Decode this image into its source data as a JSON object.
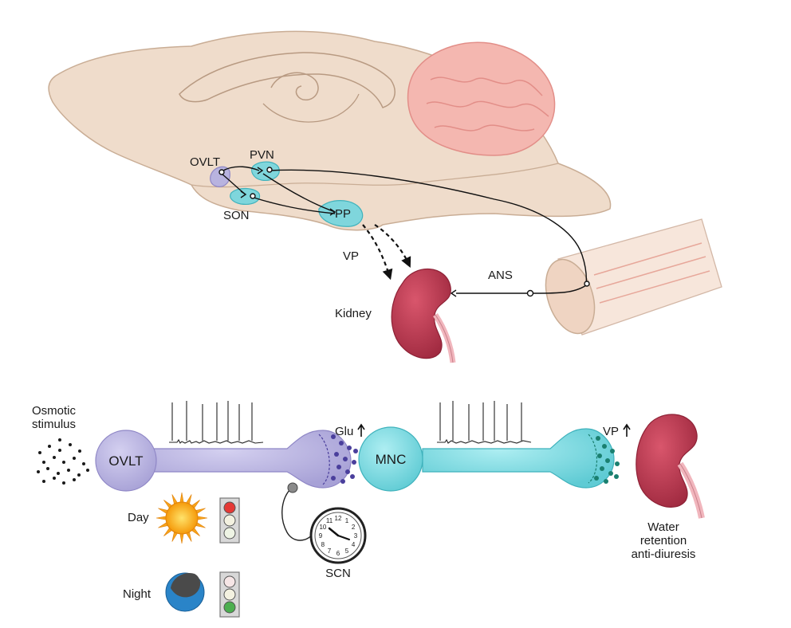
{
  "labels": {
    "ovlt_top": "OVLT",
    "pvn": "PVN",
    "son": "SON",
    "pp": "PP",
    "vp_arrow": "VP",
    "ans": "ANS",
    "kidney_top": "Kidney",
    "osmotic_line1": "Osmotic",
    "osmotic_line2": "stimulus",
    "ovlt_cell": "OVLT",
    "glu": "Glu",
    "mnc_cell": "MNC",
    "vp_release": "VP",
    "day": "Day",
    "night": "Night",
    "scn": "SCN",
    "water_line1": "Water",
    "water_line2": "retention",
    "water_line3": "anti-diuresis"
  },
  "clock_numbers": [
    "12",
    "1",
    "2",
    "3",
    "4",
    "5",
    "6",
    "7",
    "8",
    "9",
    "10",
    "11"
  ],
  "colors": {
    "brain": "#efdccb",
    "cerebellum": "#f4b7b0",
    "nucleus": "#7fd6dc",
    "ovlt": "#b8b3df",
    "mnc": "#7dd9e0",
    "kidney": "#b8354d",
    "glu_dots": "#4a3f9c",
    "vp_dots": "#1a7f6f",
    "sun": "#f7a31a",
    "moon": "#2a84c8"
  },
  "icons": {
    "up_arrow": "up-arrow-icon",
    "sun": "sun-icon",
    "moon": "moon-icon",
    "clock": "clock-icon",
    "traffic_light": "traffic-light-icon"
  },
  "traffic_lights": {
    "day": [
      "red",
      "off",
      "off"
    ],
    "night": [
      "off",
      "off",
      "green"
    ]
  }
}
